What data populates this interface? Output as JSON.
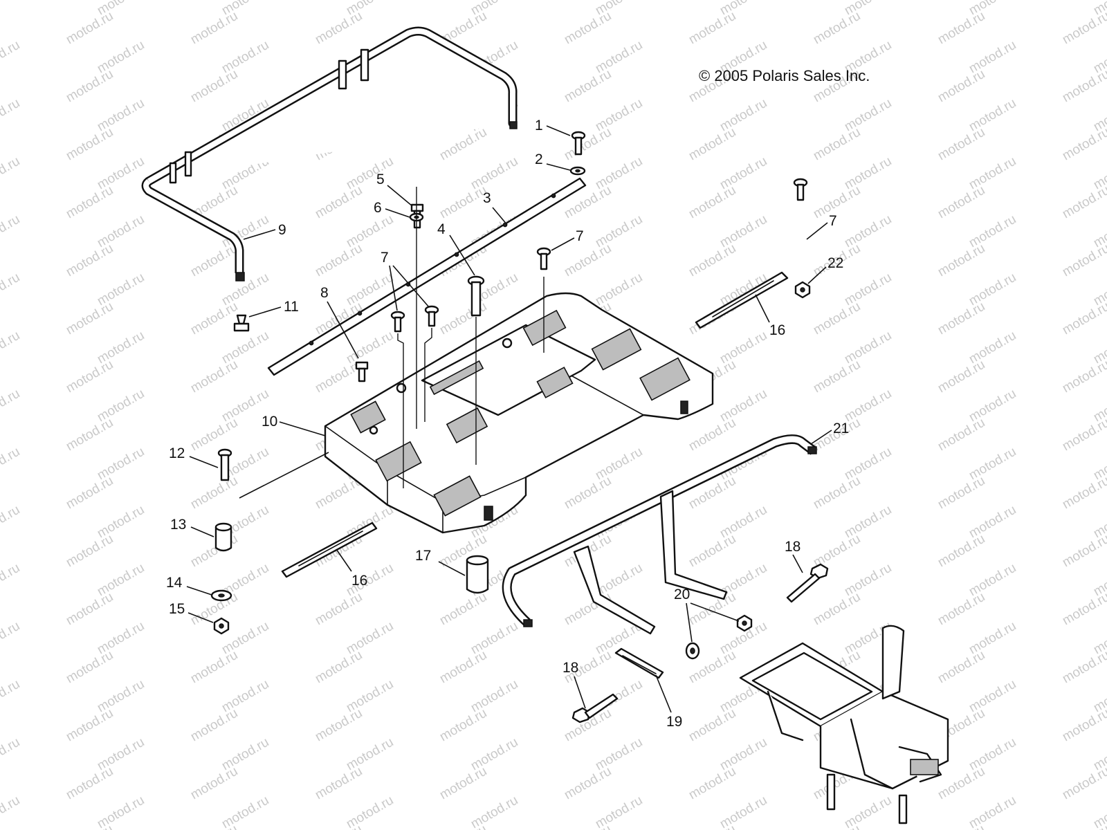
{
  "copyright": "© 2005 Polaris Sales Inc.",
  "watermark": "motod.ru",
  "callouts": [
    "1",
    "2",
    "3",
    "4",
    "5",
    "6",
    "7",
    "7",
    "7",
    "7",
    "8",
    "9",
    "10",
    "11",
    "12",
    "13",
    "14",
    "15",
    "16",
    "16",
    "17",
    "18",
    "18",
    "19",
    "20",
    "21",
    "22"
  ],
  "parts": [
    {
      "ref": "1",
      "icon": "screw-icon"
    },
    {
      "ref": "2",
      "icon": "washer-icon"
    },
    {
      "ref": "3",
      "icon": "rail-strip-icon"
    },
    {
      "ref": "4",
      "icon": "bolt-icon"
    },
    {
      "ref": "5",
      "icon": "bolt-icon"
    },
    {
      "ref": "6",
      "icon": "washer-icon"
    },
    {
      "ref": "7",
      "icon": "screw-icon"
    },
    {
      "ref": "8",
      "icon": "bolt-icon"
    },
    {
      "ref": "9",
      "icon": "rear-rack-rail-icon"
    },
    {
      "ref": "10",
      "icon": "push-rivet-icon"
    },
    {
      "ref": "11",
      "icon": "rear-rack-icon"
    },
    {
      "ref": "12",
      "icon": "bolt-icon"
    },
    {
      "ref": "13",
      "icon": "spacer-icon"
    },
    {
      "ref": "14",
      "icon": "washer-icon"
    },
    {
      "ref": "15",
      "icon": "nut-icon"
    },
    {
      "ref": "16",
      "icon": "rail-strip-icon"
    },
    {
      "ref": "17",
      "icon": "spacer-icon"
    },
    {
      "ref": "18",
      "icon": "bolt-icon"
    },
    {
      "ref": "19",
      "icon": "plate-icon"
    },
    {
      "ref": "20",
      "icon": "nut-icon"
    },
    {
      "ref": "21",
      "icon": "rack-support-icon"
    },
    {
      "ref": "22",
      "icon": "nut-icon"
    }
  ]
}
